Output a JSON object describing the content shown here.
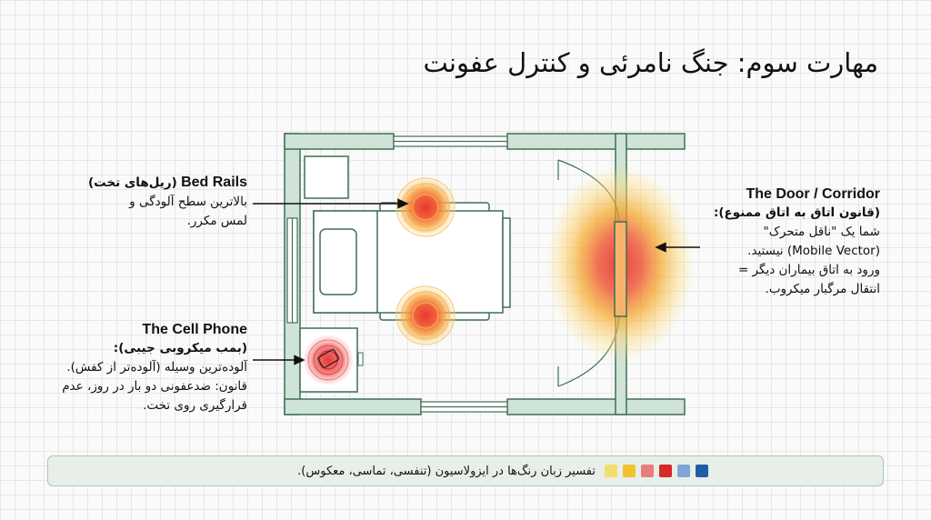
{
  "title": "مهارت سوم: جنگ نامرئی و کنترل عفونت",
  "callouts": {
    "bed_rails": {
      "heading_en": "Bed Rails",
      "heading_fa": "(ریل‌های تخت)",
      "lines": [
        "بالاترین سطح آلودگی و",
        "لمس مکرر."
      ]
    },
    "cell_phone": {
      "heading_en": "The Cell Phone",
      "heading_fa": "(بمب میکروبی جیبی):",
      "lines": [
        "آلوده‌ترین وسیله (آلوده‌تر از کفش).",
        "قانون: ضدعفونی دو بار در روز، عدم",
        "قرارگیری روی تخت."
      ]
    },
    "door": {
      "heading_en": "The Door / Corridor",
      "heading_fa": "(قانون اتاق به اتاق ممنوع):",
      "lines": [
        "شما یک \"ناقل متحرک\"",
        "(Mobile Vector) نیستید.",
        "ورود به اتاق بیماران دیگر =",
        "انتقال مرگبار میکروب."
      ]
    }
  },
  "legend": {
    "text": "تفسیر زبان رنگ‌ها در ایزولاسیون (تنفسی، تماسی، معکوس).",
    "swatches": [
      "#f6dc6c",
      "#f2c12e",
      "#e87d7d",
      "#d42a2a",
      "#7fa6d6",
      "#1f5ea8"
    ]
  },
  "colors": {
    "wall_fill": "#cfe3d6",
    "wall_stroke": "#3f6f56",
    "hotspot_red": "#e53935",
    "hotspot_orange": "#f5a623",
    "hotspot_yellow": "#fde68a"
  }
}
